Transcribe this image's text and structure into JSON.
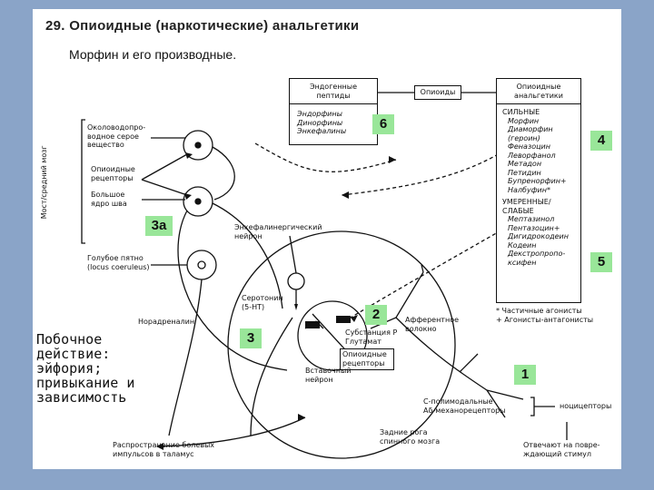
{
  "slide": {
    "title": "29. Опиоидные (наркотические) анальгетики",
    "subtitle": "Морфин и его производные.",
    "side_effect_lines": [
      "Побочное",
      "действие:",
      "эйфория;",
      "привыкание и",
      "зависимость"
    ]
  },
  "diagram": {
    "brain_label": "Мост/средний мозг",
    "left_labels": {
      "pag": [
        "Околоводопро-",
        "водное серое",
        "вещество"
      ],
      "opioid_receptors": [
        "Опиоидные",
        "рецепторы"
      ],
      "raphe": [
        "Большое",
        "ядро шва"
      ],
      "locus": [
        "Голубое пятно",
        "(locus coeruleus)"
      ]
    },
    "endogenous_header": [
      "Эндогенные",
      "пептиды"
    ],
    "endogenous_items": [
      "Эндорфины",
      "Динорфины",
      "Энкефалины"
    ],
    "opioids_label": "Опиоиды",
    "analgesics_header": [
      "Опиоидные",
      "анальгетики"
    ],
    "strong_header": "СИЛЬНЫЕ",
    "strong_items": [
      "Морфин",
      "Диаморфин",
      "(героин)",
      "Феназоцин",
      "Леворфанол",
      "Метадон",
      "Петидин",
      "Бупренорфин+",
      "Налбуфин*"
    ],
    "weak_header": "УМЕРЕННЫЕ/СЛАБЫЕ",
    "weak_items": [
      "Мептазинол",
      "Пентазоцин+",
      "Дигидрокодеин",
      "Кодеин",
      "Декстропропо-",
      "ксифен"
    ],
    "footnotes": [
      "* Частичные агонисты",
      "+ Агонисты-антагонисты"
    ],
    "enkephalin_neuron": [
      "Энкефалинергический",
      "нейрон"
    ],
    "serotonin": [
      "Серотонин",
      "(5-НТ)"
    ],
    "noradrenaline": "Норадреналин",
    "substance_p": [
      "Субстанция Р",
      "Глутамат"
    ],
    "opioid_receptors_box": [
      "Опиоидные",
      "рецепторы"
    ],
    "interneuron": [
      "Вставочный",
      "нейрон"
    ],
    "afferent": [
      "Афферентное",
      "волокно"
    ],
    "fibers": [
      "С-полимодальные",
      "Аδ-механорецепторы"
    ],
    "nociceptors": "ноцицепторы",
    "dorsal_horn": [
      "Задние рога",
      "спинного мозга"
    ],
    "pain_spread": [
      "Распространение болевых",
      "импульсов в таламус"
    ],
    "response": [
      "Отвечают на повре-",
      "ждающий стимул"
    ]
  },
  "markers": {
    "m6": "6",
    "m4": "4",
    "m3a": "3а",
    "m5": "5",
    "m2": "2",
    "m3": "3",
    "m1": "1"
  },
  "colors": {
    "background": "#8aa4c8",
    "marker": "#99e699"
  }
}
